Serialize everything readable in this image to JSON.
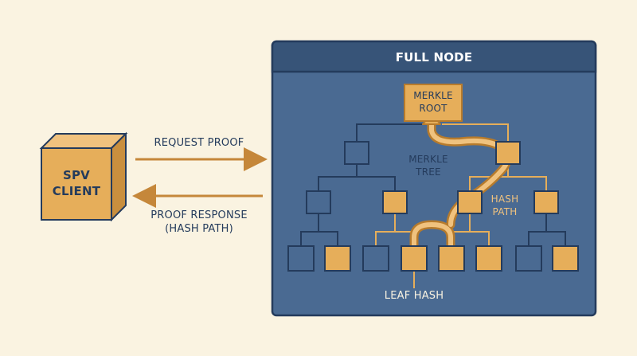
{
  "spv_client": {
    "line1": "SPV",
    "line2": "CLIENT"
  },
  "request": {
    "label": "REQUEST PROOF"
  },
  "response": {
    "line1": "PROOF RESPONSE",
    "line2": "(HASH PATH)"
  },
  "full_node": {
    "title": "FULL NODE"
  },
  "merkle_root": {
    "line1": "MERKLE",
    "line2": "ROOT"
  },
  "merkle_tree": {
    "line1": "MERKLE",
    "line2": "TREE"
  },
  "hash_path": {
    "line1": "HASH",
    "line2": "PATH"
  },
  "leaf_hash": {
    "label": "LEAF HASH"
  },
  "colors": {
    "background": "#faf3e1",
    "panel": "#4a6a92",
    "panel_dark": "#243b5c",
    "highlight": "#e6ae5a",
    "highlight_dark": "#b77b2c",
    "arrow": "#c5873a"
  }
}
